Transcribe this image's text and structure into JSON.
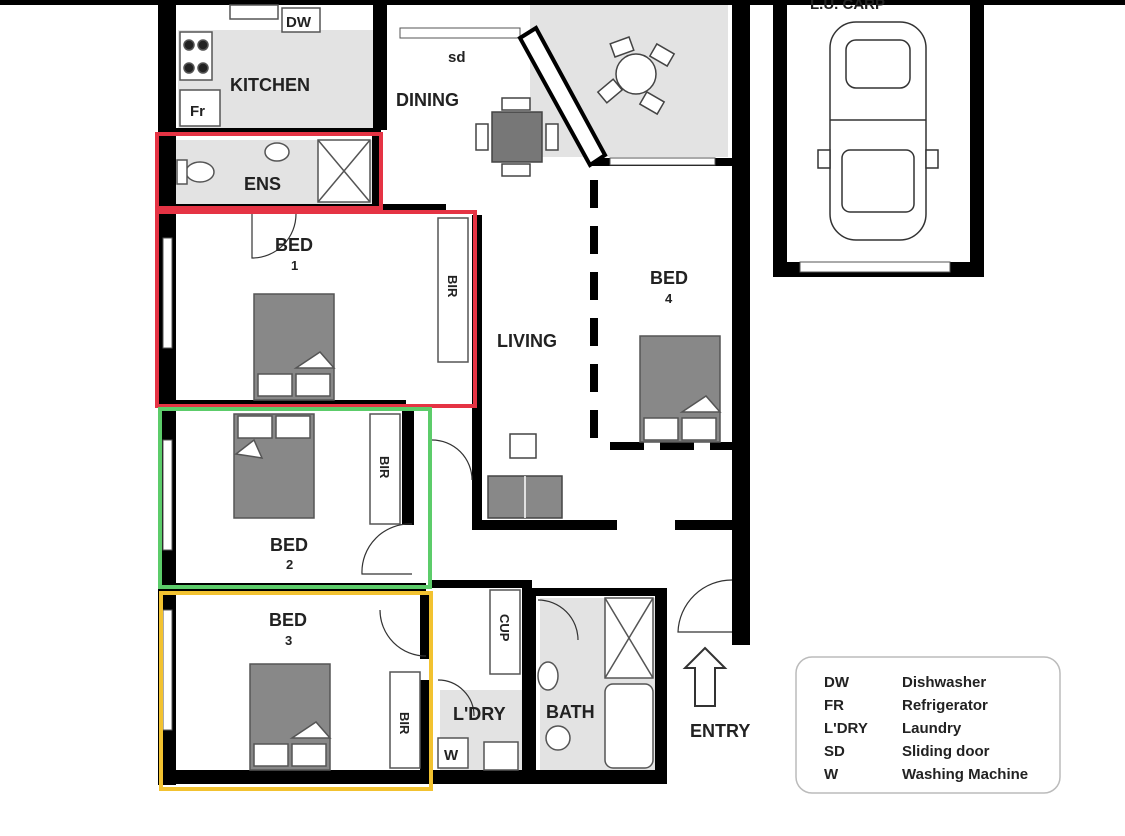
{
  "plan": {
    "rooms": {
      "dw": "DW",
      "kitchen": "KITCHEN",
      "fr": "Fr",
      "sd": "sd",
      "dining": "DINING",
      "ens": "ENS",
      "bed1": "BED",
      "bed1_num": "1",
      "bir1": "BIR",
      "living": "LIVING",
      "bed4": "BED",
      "bed4_num": "4",
      "bed2": "BED",
      "bed2_num": "2",
      "bir2": "BIR",
      "bed3": "BED",
      "bed3_num": "3",
      "bir3": "BIR",
      "cup": "CUP",
      "ldry": "L'DRY",
      "bath": "BATH",
      "w": "W",
      "entry": "ENTRY",
      "carport": "L.U. CARP"
    },
    "highlight_colors": {
      "master_suite": "#e53344",
      "bed2": "#5ccc6a",
      "bed3": "#f2c230"
    }
  },
  "legend": {
    "items": [
      {
        "abbr": "DW",
        "meaning": "Dishwasher"
      },
      {
        "abbr": "FR",
        "meaning": "Refrigerator"
      },
      {
        "abbr": "L'DRY",
        "meaning": "Laundry"
      },
      {
        "abbr": "SD",
        "meaning": "Sliding door"
      },
      {
        "abbr": "W",
        "meaning": "Washing Machine"
      }
    ]
  }
}
